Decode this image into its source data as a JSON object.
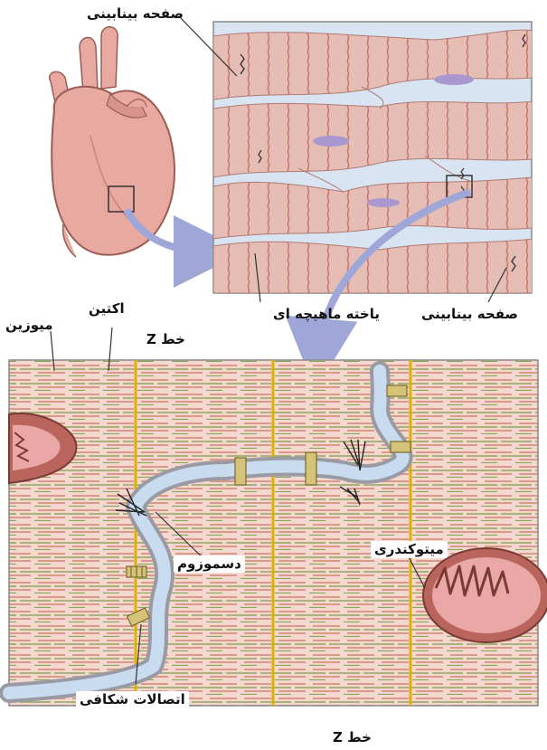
{
  "labels": {
    "intercalated_disc_top": "صفحه بینابینی",
    "intercalated_disc_right": "صفحه بینابینی",
    "muscle_cell": "یاخته ماهیچه ای",
    "actin": "اکتین",
    "myosin": "میوزین",
    "z_line_top": "خط Z",
    "z_line_bottom": "خط Z",
    "desmosome": "دسموزوم",
    "mitochondrion": "میتوکندری",
    "gap_junction": "اتصالات شکافی"
  },
  "colors": {
    "heart_fill": "#e8a9a0",
    "heart_stroke": "#9a5c55",
    "cell_fill": "#e6bdb4",
    "cell_bg": "#d9e4f2",
    "striation": "#c7776c",
    "nucleus": "#a898cf",
    "myosin": "#d99a8a",
    "actin": "#8aa65a",
    "z_line": "#e0b000",
    "membrane": "#9a9aa4",
    "junction_gap": "#c9dcef",
    "arrow": "#9fa6d8",
    "mito_outer": "#b9645c",
    "mito_inner": "#e9a7a5",
    "gap_junction": "#d6c37a"
  }
}
